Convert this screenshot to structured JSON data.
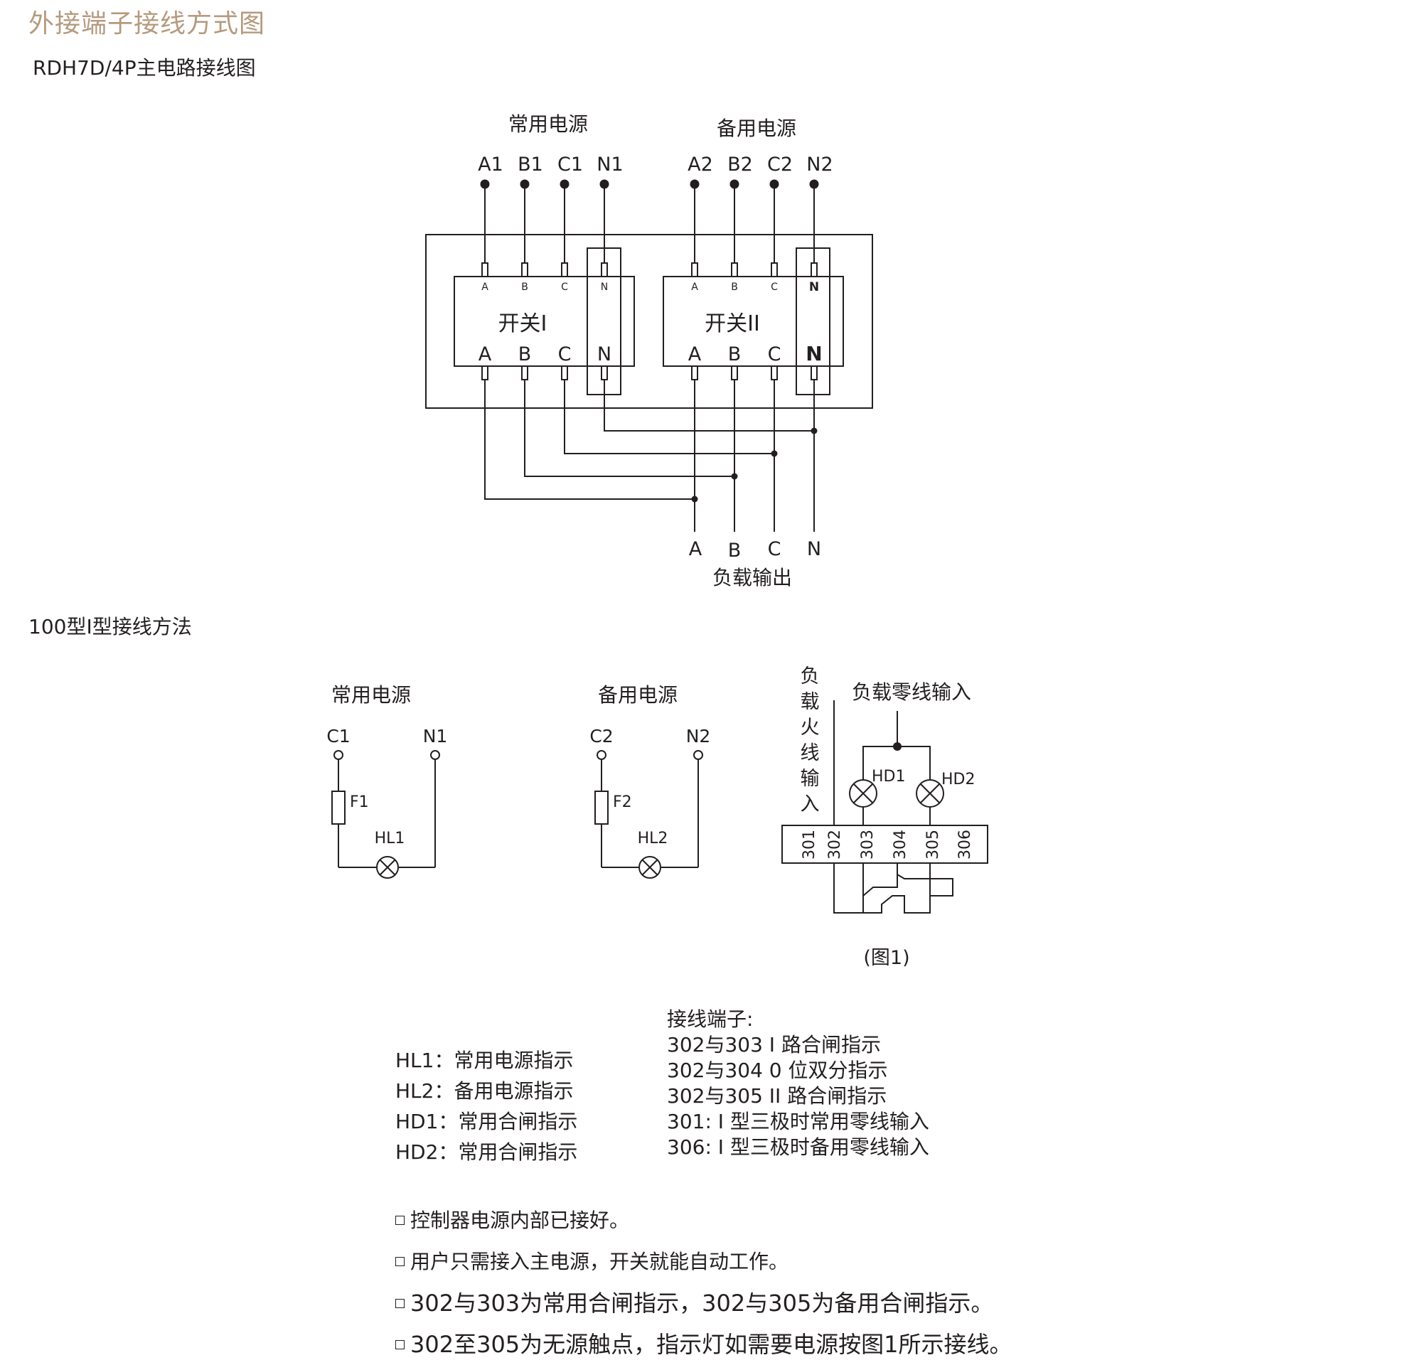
{
  "page_title": "外接端子接线方式图",
  "main_diagram": {
    "subtitle": "RDH7D/4P主电路接线图",
    "source1_label": "常用电源",
    "source2_label": "备用电源",
    "source1_terminals": [
      "A1",
      "B1",
      "C1",
      "N1"
    ],
    "source2_terminals": [
      "A2",
      "B2",
      "C2",
      "N2"
    ],
    "switch1_label": "开关I",
    "switch2_label": "开关II",
    "pole_small_labels": [
      "A",
      "B",
      "C",
      "N"
    ],
    "pole_large_labels": [
      "A",
      "B",
      "C",
      "N"
    ],
    "output_terminals": [
      "A",
      "B",
      "C",
      "N"
    ],
    "output_label": "负载输出"
  },
  "type100": {
    "subtitle": "100型I型接线方法",
    "circuit1": {
      "title": "常用电源",
      "left_terminal": "C1",
      "right_terminal": "N1",
      "fuse": "F1",
      "lamp": "HL1"
    },
    "circuit2": {
      "title": "备用电源",
      "left_terminal": "C2",
      "right_terminal": "N2",
      "fuse": "F2",
      "lamp": "HL2"
    },
    "figure1": {
      "live_input_label": [
        "负",
        "载",
        "火",
        "线",
        "输",
        "入"
      ],
      "neutral_input_label": "负载零线输入",
      "lamps": [
        "HD1",
        "HD2"
      ],
      "terminals": [
        "301",
        "302",
        "303",
        "304",
        "305",
        "306"
      ],
      "caption": "(图1)"
    }
  },
  "legend": [
    "HL1：常用电源指示",
    "HL2：备用电源指示",
    "HD1：常用合闸指示",
    "HD2：常用合闸指示"
  ],
  "terminal_notes": {
    "title": "接线端子:",
    "lines": [
      "302与303 I 路合闸指示",
      "302与304 0 位双分指示",
      "302与305 II 路合闸指示",
      "301: I 型三极时常用零线输入",
      "306: I 型三极时备用零线输入"
    ]
  },
  "notes": [
    "控制器电源内部已接好。",
    "用户只需接入主电源，开关就能自动工作。",
    "302与303为常用合闸指示，302与305为备用合闸指示。",
    "302至305为无源触点，指示灯如需要电源按图1所示接线。"
  ],
  "colors": {
    "title": "#b59a7e",
    "ink": "#231f20",
    "background": "#ffffff"
  }
}
